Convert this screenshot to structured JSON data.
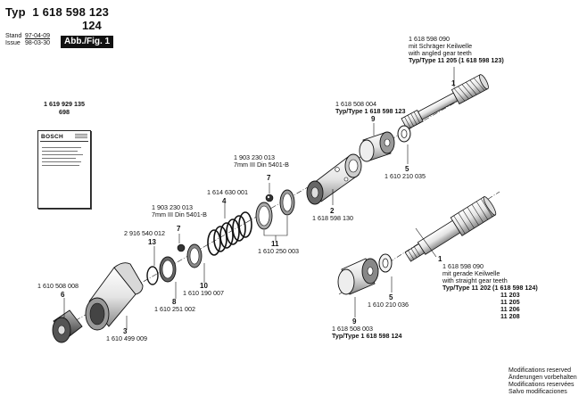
{
  "header": {
    "typ_prefix": "Typ",
    "number_line1": "1 618 598 123",
    "number_line2": "124",
    "stand_label": "Stand",
    "stand_date": "97-04-09",
    "issue_label": "Issue",
    "issue_date": "98-03-30",
    "fig_label": "Abb./Fig. 1"
  },
  "manual": {
    "number": "1 619 929 135",
    "sub": "698",
    "brand": "BOSCH"
  },
  "parts": {
    "shaft_upper": {
      "number": "1 618 598 090",
      "desc1": "mit Schräger Keilwelle",
      "desc2": "with angled gear teeth",
      "type_line": "Typ/Type 11 205 (1 618 598 123)",
      "pos": "1"
    },
    "bush_upper": {
      "number": "1 618 508 004",
      "type_line": "Typ/Type 1 618 598 123",
      "pos": "9"
    },
    "ring_upper": {
      "pos": "5",
      "number": "1 610 210 035"
    },
    "ball_upper": {
      "number": "1 903 230 013",
      "spec": "7mm III Din 5401-B",
      "pos": "7"
    },
    "hammer": {
      "pos": "2",
      "number": "1 618 598 130"
    },
    "spring": {
      "number": "1 614 630 001",
      "pos": "4"
    },
    "ball_lower": {
      "number": "1 903 230 013",
      "spec": "7mm III Din 5401-B",
      "pos": "7"
    },
    "rings_set": {
      "pos": "11",
      "number": "1 610 250 003"
    },
    "circlip": {
      "number": "2 916 540 012",
      "pos": "13"
    },
    "washer": {
      "pos": "10",
      "number": "1 610 190 007"
    },
    "ring8": {
      "pos": "8",
      "number": "1 610 251 002"
    },
    "sleeve": {
      "pos": "3",
      "number": "1 610 499 009"
    },
    "cap": {
      "number": "1 610 508 008",
      "pos": "6"
    },
    "shaft_lower": {
      "pos": "1",
      "number": "1 618 598 090",
      "desc1": "mit gerade Keilwelle",
      "desc2": "with straight gear teeth",
      "type_line": "Typ/Type 11 202 (1 618 598 124)",
      "types": [
        "11 203",
        "11 205",
        "11 206",
        "11 208"
      ]
    },
    "ring_lower": {
      "pos": "5",
      "number": "1 610 210 036"
    },
    "bush_lower": {
      "pos": "9",
      "number": "1 618 508 003",
      "type_line": "Typ/Type 1 618 598 124"
    }
  },
  "footer": {
    "lines": [
      "Modifications reserved",
      "Änderungen vorbehalten",
      "Modifications reservées",
      "Salvo modificaciones"
    ]
  }
}
